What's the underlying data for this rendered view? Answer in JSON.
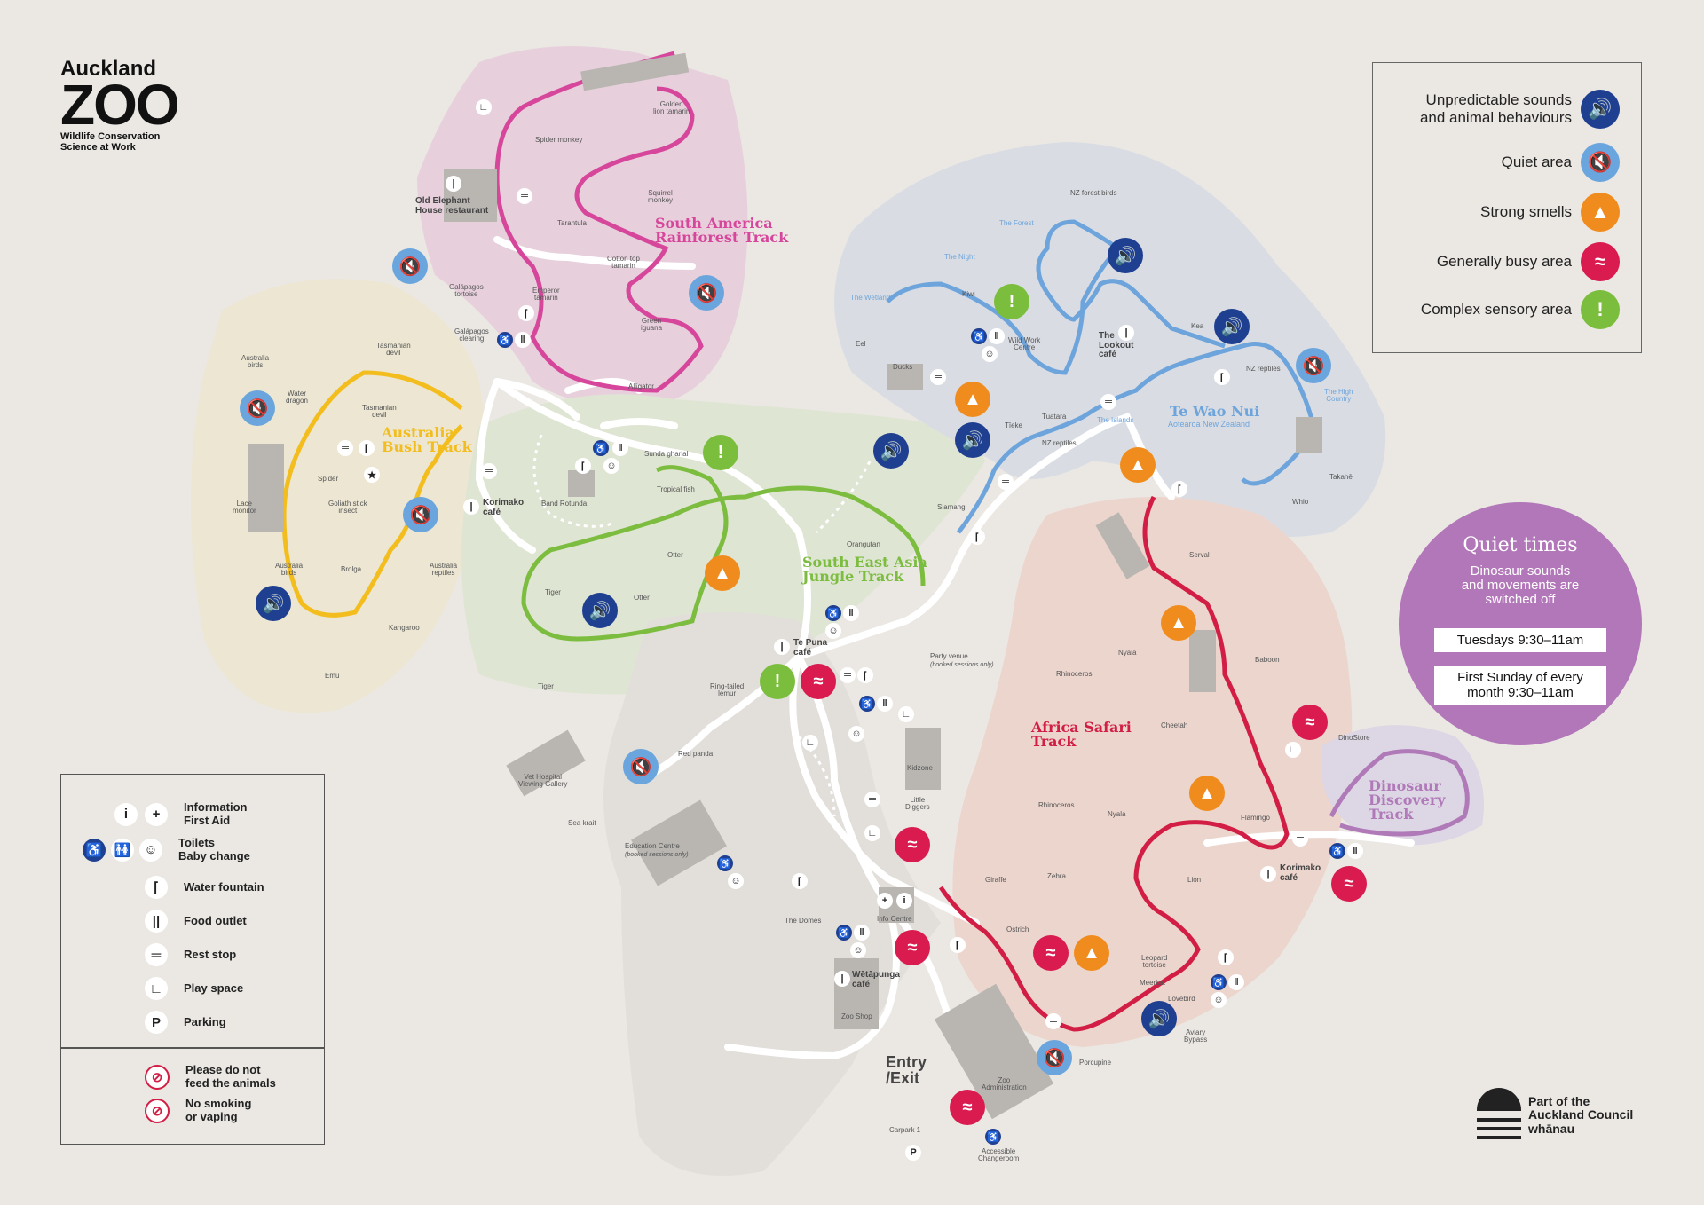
{
  "logo": {
    "line1": "Auckland",
    "line2": "ZOO",
    "tagline1": "Wildlife Conservation",
    "tagline2": "Science at Work"
  },
  "sensory_legend": [
    {
      "text": "Unpredictable sounds\nand animal behaviours",
      "icon": "sound-icon",
      "color": "#1f3f91"
    },
    {
      "text": "Quiet area",
      "icon": "quiet-icon",
      "color": "#6aa5dd"
    },
    {
      "text": "Strong smells",
      "icon": "smell-icon",
      "color": "#f08c1d"
    },
    {
      "text": "Generally busy area",
      "icon": "busy-icon",
      "color": "#d91b4f"
    },
    {
      "text": "Complex sensory area",
      "icon": "exclamation-icon",
      "color": "#7bbd3c"
    }
  ],
  "quiet_times": {
    "title": "Quiet times",
    "subtitle": "Dinosaur sounds\nand movements are\nswitched off",
    "slot1": "Tuesdays 9:30–11am",
    "slot2": "First Sunday of every\nmonth 9:30–11am"
  },
  "key": [
    {
      "text": "Information\nFirst Aid"
    },
    {
      "text": "Toilets\nBaby change"
    },
    {
      "text": "Water fountain"
    },
    {
      "text": "Food outlet"
    },
    {
      "text": "Rest stop"
    },
    {
      "text": "Play space"
    },
    {
      "text": "Parking"
    },
    {
      "text": "Please do not\nfeed the animals"
    },
    {
      "text": "No smoking\nor vaping"
    }
  ],
  "tracks": {
    "south_america": "South America\nRainforest Track",
    "australia": "Australia\nBush Track",
    "sea_jungle": "South East Asia\nJungle Track",
    "te_wao_nui": "Te Wao Nui",
    "te_wao_nui_sub": "Aotearoa New Zealand",
    "africa": "Africa Safari\nTrack",
    "dinosaur": "Dinosaur\nDiscovery\nTrack"
  },
  "places": {
    "old_elephant": "Old Elephant\nHouse restaurant",
    "korimako_west": "Korimako\ncafé",
    "band_rotunda": "Band Rotunda",
    "sunda_gharial": "Sunda gharial",
    "te_puna": "Te Puna\ncafé",
    "party_venue": "Party venue",
    "party_venue_sub": "(booked sessions only)",
    "the_lookout": "The\nLookout\ncafé",
    "wild_work": "Wild Work\nCentre",
    "kidzone": "Kidzone",
    "little_diggers": "Little\nDiggers",
    "vet_hospital": "Vet Hospital\nViewing Gallery",
    "education_centre": "Education Centre",
    "education_sub": "(booked sessions only)",
    "the_domes": "The Domes",
    "info_centre": "Info Centre",
    "wetapunga": "Wētāpunga\ncafé",
    "zoo_shop": "Zoo Shop",
    "entry_exit": "Entry\n/Exit",
    "zoo_admin": "Zoo\nAdministration",
    "carpark": "Carpark 1",
    "accessible": "Accessible\nChangeroom",
    "korimako_east": "Korimako\ncafé",
    "dinostore": "DinoStore",
    "aviary_bypass": "Aviary\nBypass",
    "the_forest": "The Forest",
    "the_night": "The Night",
    "the_wetlands": "The Wetlands",
    "the_islands": "The Islands",
    "high_country": "The High\nCountry",
    "galapagos_clearing": "Galápagos\nclearing"
  },
  "animals": {
    "spider_monkey": "Spider monkey",
    "golden_lion": "Golden\nlion tamarin",
    "squirrel_monkey": "Squirrel\nmonkey",
    "tarantula": "Tarantula",
    "cotton_top": "Cotton top\ntamarin",
    "galapagos_tortoise": "Galápagos\ntortoise",
    "emperor_tamarin": "Emperor\ntamarin",
    "green_iguana": "Green\niguana",
    "alligator": "Alligator",
    "australia_birds_top": "Australia\nbirds",
    "tasmanian_devil_1": "Tasmanian\ndevil",
    "water_dragon": "Water\ndragon",
    "tasmanian_devil_2": "Tasmanian\ndevil",
    "spider": "Spider",
    "lace_monitor": "Lace\nmonitor",
    "goliath": "Goliath stick\ninsect",
    "australia_birds_bottom": "Australia\nbirds",
    "brolga": "Brolga",
    "australia_reptiles": "Australia\nreptiles",
    "kangaroo": "Kangaroo",
    "emu": "Emu",
    "tropical_fish": "Tropical fish",
    "otter_1": "Otter",
    "otter_2": "Otter",
    "tiger_1": "Tiger",
    "tiger_2": "Tiger",
    "orangutan": "Orangutan",
    "siamang": "Siamang",
    "ring_tailed": "Ring-tailed\nlemur",
    "red_panda": "Red panda",
    "sea_krait": "Sea krait",
    "nz_forest_birds": "NZ forest birds",
    "kiwi": "Kiwi",
    "eel": "Eel",
    "ducks": "Ducks",
    "kea": "Kea",
    "nz_reptiles_1": "NZ reptiles",
    "tuatara": "Tuatara",
    "tieke": "Tīeke",
    "nz_reptiles_2": "NZ reptiles",
    "takahe": "Takahē",
    "whio": "Whio",
    "serval": "Serval",
    "rhinoceros_1": "Rhinoceros",
    "nyala_1": "Nyala",
    "baboon": "Baboon",
    "cheetah": "Cheetah",
    "rhinoceros_2": "Rhinoceros",
    "nyala_2": "Nyala",
    "flamingo": "Flamingo",
    "giraffe": "Giraffe",
    "zebra": "Zebra",
    "lion": "Lion",
    "ostrich": "Ostrich",
    "meerkat": "Meerkat",
    "leopard_tortoise": "Leopard\ntortoise",
    "lovebird": "Lovebird",
    "porcupine": "Porcupine"
  },
  "council": {
    "line1": "Part of the",
    "line2": "Auckland Council",
    "line3": "whānau"
  },
  "colors": {
    "background": "#ebe8e4",
    "south_america": "#d6479c",
    "australia": "#f2bd1d",
    "sea_jungle": "#7cbc3f",
    "te_wao_nui": "#6ea4dc",
    "africa": "#d21e45",
    "dinosaur": "#b07ab9"
  }
}
